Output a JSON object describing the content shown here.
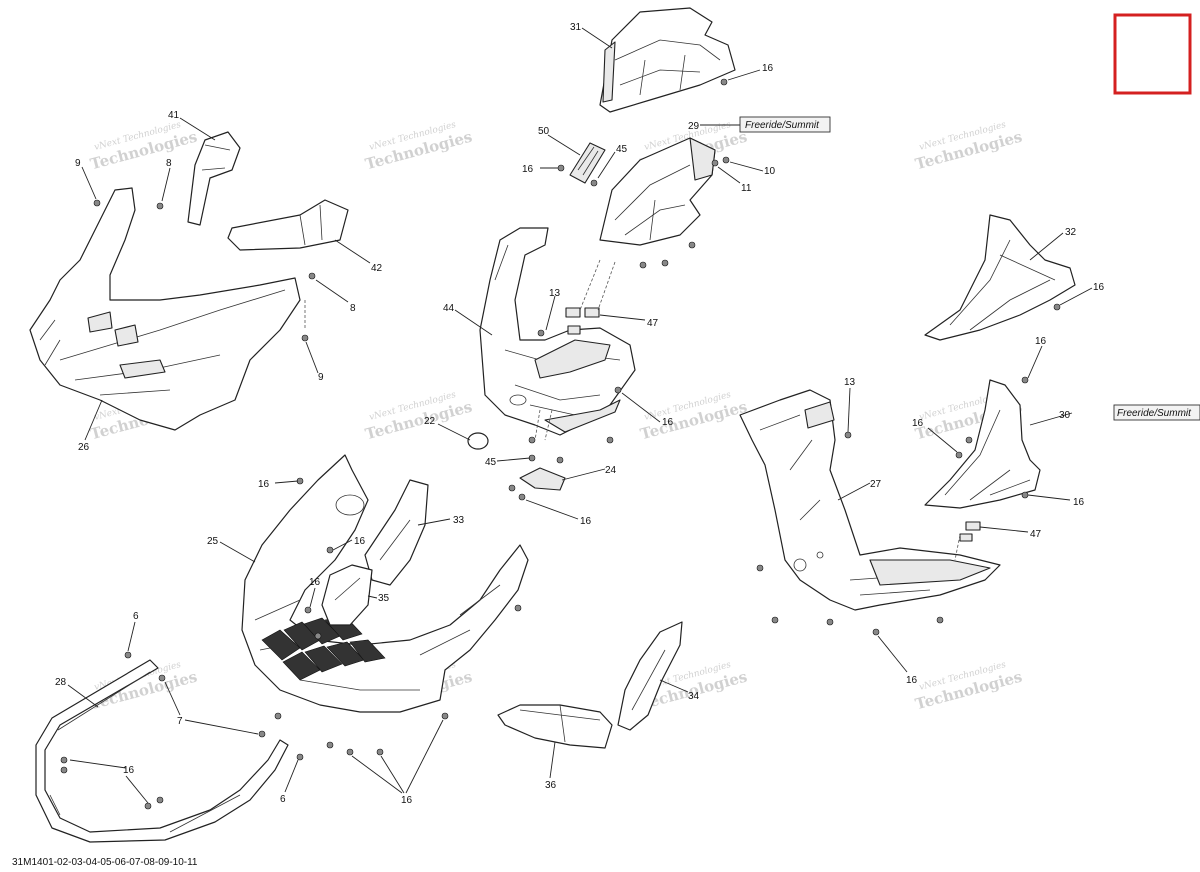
{
  "callouts": [
    {
      "id": "c31",
      "label": "31"
    },
    {
      "id": "c16a",
      "label": "16"
    },
    {
      "id": "c41",
      "label": "41"
    },
    {
      "id": "c29",
      "label": "29"
    },
    {
      "id": "c50",
      "label": "50"
    },
    {
      "id": "c45a",
      "label": "45"
    },
    {
      "id": "c16b",
      "label": "16"
    },
    {
      "id": "c10",
      "label": "10"
    },
    {
      "id": "c11",
      "label": "11"
    },
    {
      "id": "c9a",
      "label": "9"
    },
    {
      "id": "c8a",
      "label": "8"
    },
    {
      "id": "c42",
      "label": "42"
    },
    {
      "id": "c32",
      "label": "32"
    },
    {
      "id": "c16c",
      "label": "16"
    },
    {
      "id": "c8b",
      "label": "8"
    },
    {
      "id": "c9b",
      "label": "9"
    },
    {
      "id": "c13a",
      "label": "13"
    },
    {
      "id": "c44",
      "label": "44"
    },
    {
      "id": "c47a",
      "label": "47"
    },
    {
      "id": "c16d",
      "label": "16"
    },
    {
      "id": "c26",
      "label": "26"
    },
    {
      "id": "c22",
      "label": "22"
    },
    {
      "id": "c16e",
      "label": "16"
    },
    {
      "id": "c13b",
      "label": "13"
    },
    {
      "id": "c30",
      "label": "30"
    },
    {
      "id": "c16f",
      "label": "16"
    },
    {
      "id": "c45b",
      "label": "45"
    },
    {
      "id": "c24",
      "label": "24"
    },
    {
      "id": "c16g",
      "label": "16"
    },
    {
      "id": "c27",
      "label": "27"
    },
    {
      "id": "c16h",
      "label": "16"
    },
    {
      "id": "c16i",
      "label": "16"
    },
    {
      "id": "c33",
      "label": "33"
    },
    {
      "id": "c25",
      "label": "25"
    },
    {
      "id": "c16j",
      "label": "16"
    },
    {
      "id": "c16k",
      "label": "16"
    },
    {
      "id": "c47b",
      "label": "47"
    },
    {
      "id": "c35",
      "label": "35"
    },
    {
      "id": "c6a",
      "label": "6"
    },
    {
      "id": "c28",
      "label": "28"
    },
    {
      "id": "c7",
      "label": "7"
    },
    {
      "id": "c16l",
      "label": "16"
    },
    {
      "id": "c34",
      "label": "34"
    },
    {
      "id": "c16m",
      "label": "16"
    },
    {
      "id": "c36",
      "label": "36"
    },
    {
      "id": "c6b",
      "label": "6"
    },
    {
      "id": "c16n",
      "label": "16"
    },
    {
      "id": "c16o",
      "label": "16"
    }
  ],
  "variant_tags": {
    "tag29": "Freeride/Summit",
    "tag30": "Freeride/Summit"
  },
  "watermark": {
    "line1": "vNext Technologies",
    "line2": "Technologies"
  },
  "footer": {
    "drawing_ref": "31M1401-02-03-04-05-06-07-08-09-10-11"
  },
  "colors": {
    "line": "#222222",
    "watermark": "#c9c9c9",
    "marker_box": "#d42020"
  }
}
